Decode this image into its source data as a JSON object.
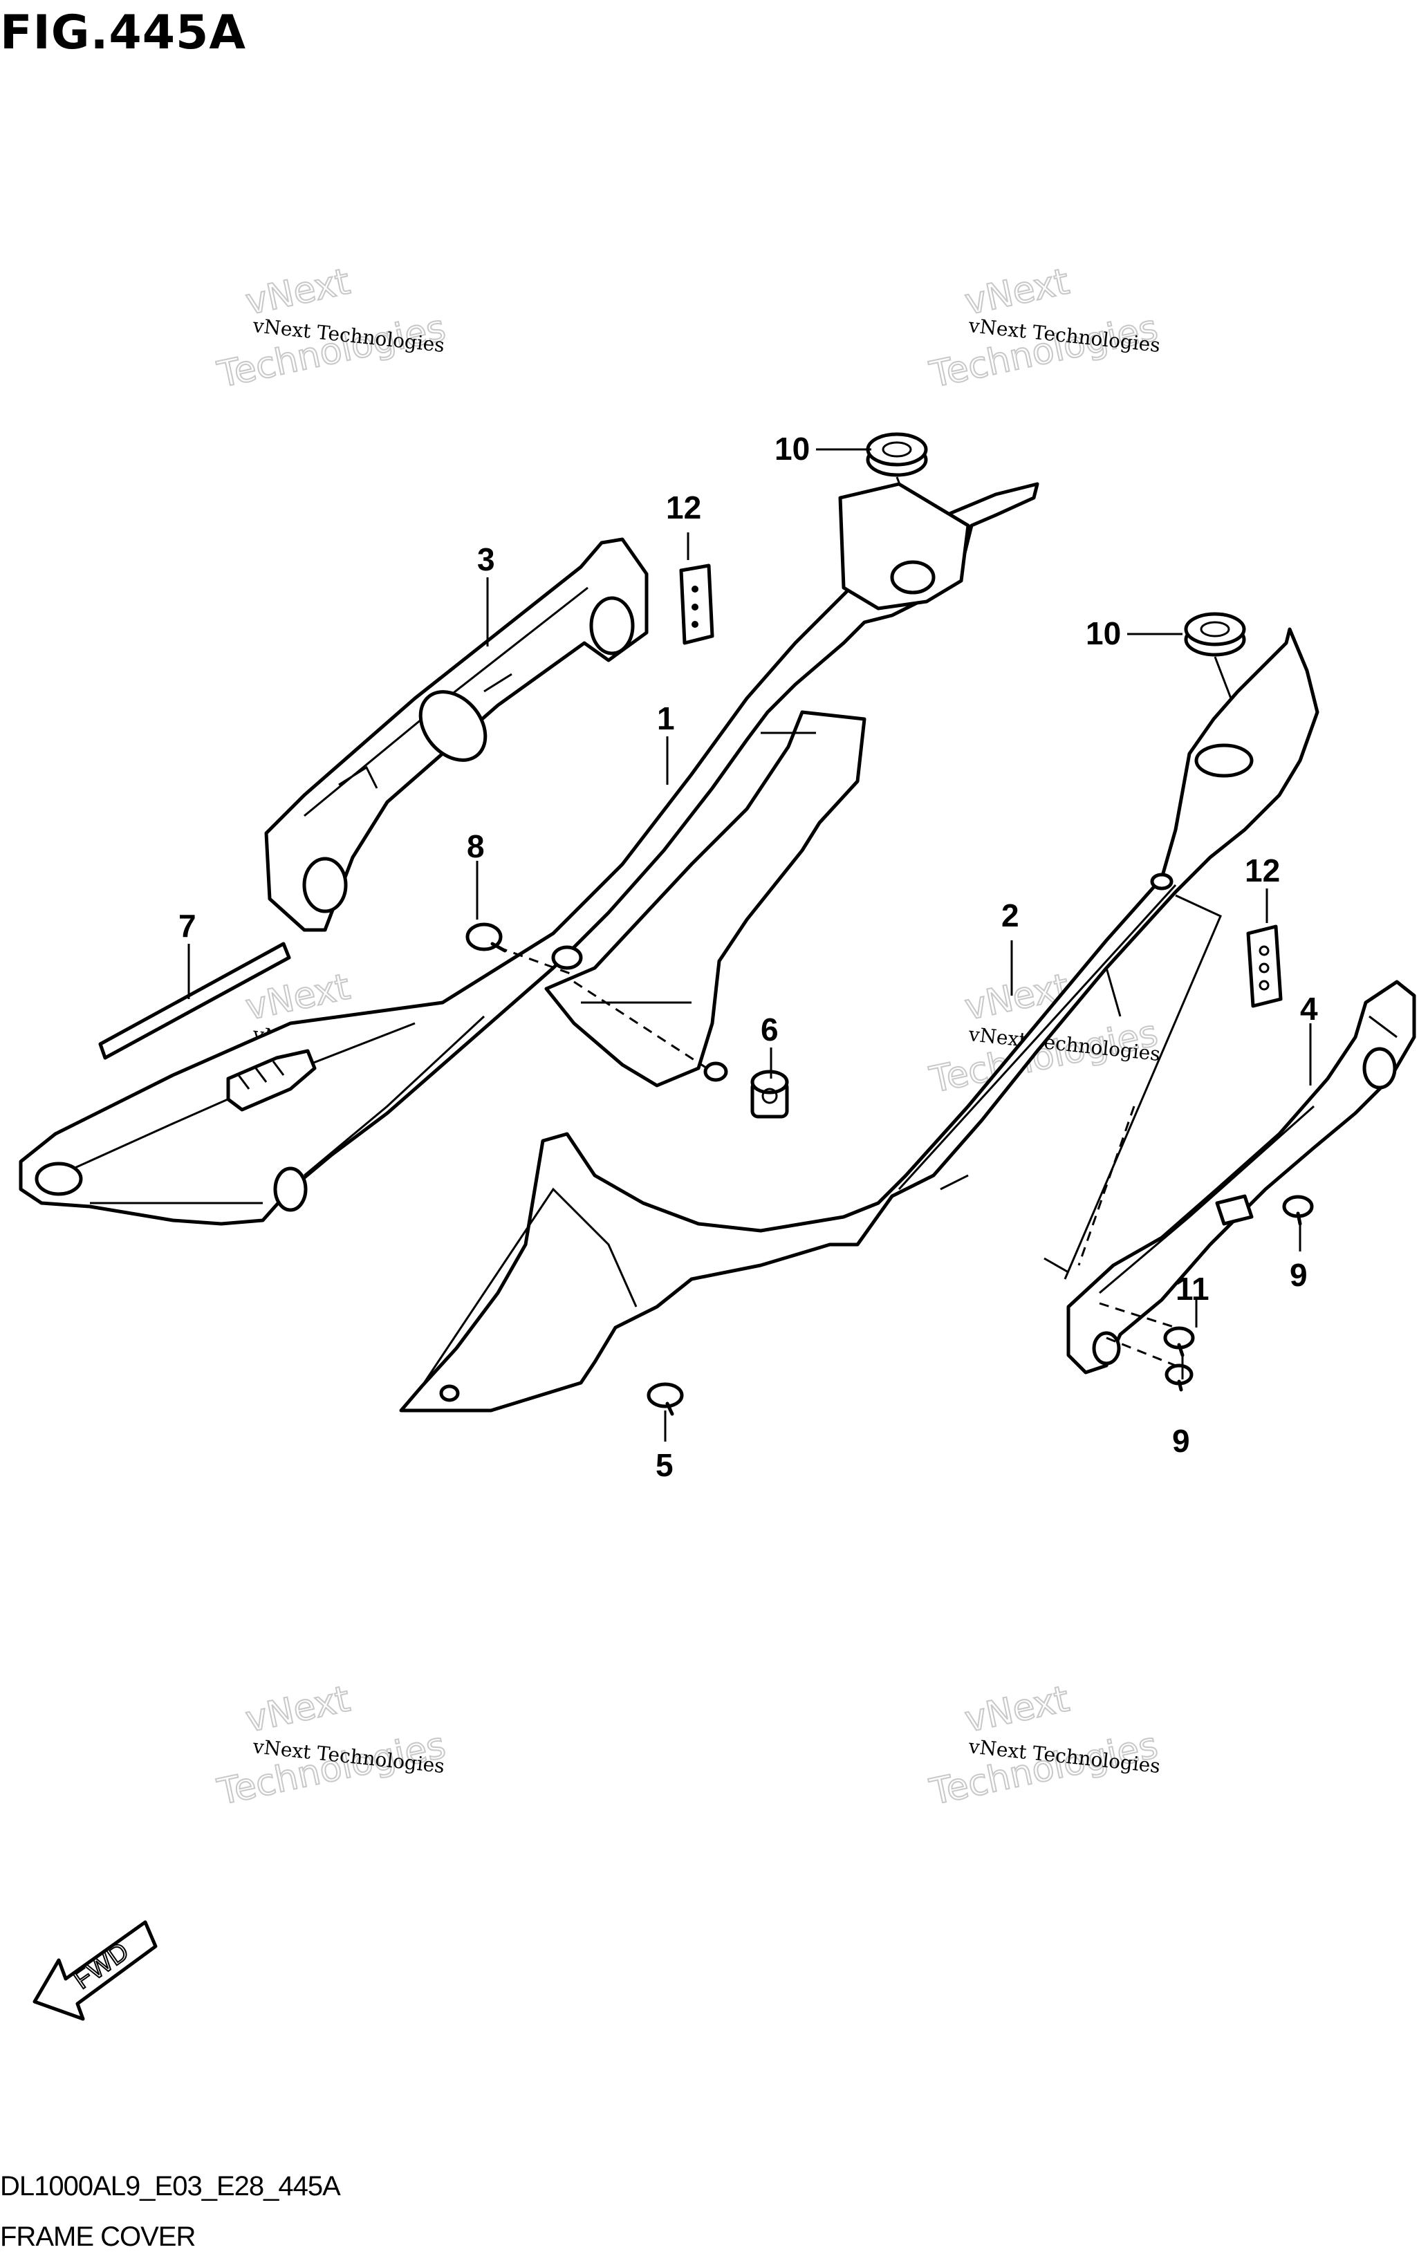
{
  "figure": {
    "title": "FIG.445A"
  },
  "footer": {
    "code": "DL1000AL9_E03_E28_445A",
    "name": "FRAME COVER"
  },
  "watermark": {
    "small": "vNext Technologies",
    "big_line1": "vNext",
    "big_line2": "Technologies"
  },
  "direction_arrow": {
    "label": "FWD"
  },
  "callouts": {
    "c1": "1",
    "c2": "2",
    "c3": "3",
    "c4": "4",
    "c5": "5",
    "c6": "6",
    "c7": "7",
    "c8": "8",
    "c9a": "9",
    "c9b": "9",
    "c10a": "10",
    "c10b": "10",
    "c11": "11",
    "c12a": "12",
    "c12b": "12"
  }
}
